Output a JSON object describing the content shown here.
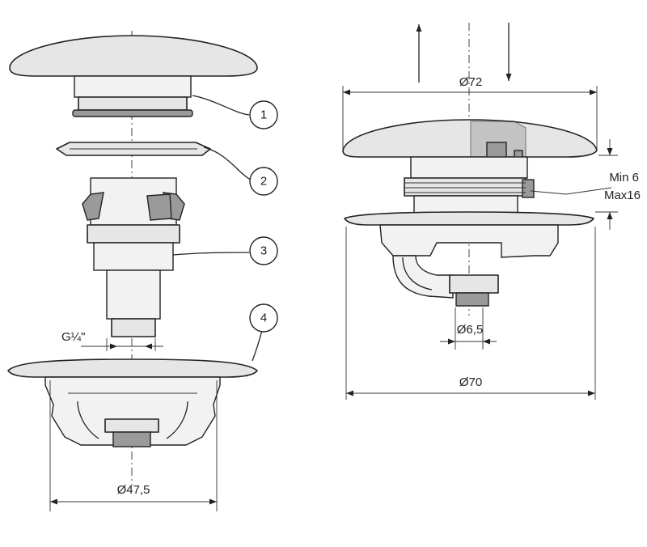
{
  "callouts": [
    "1",
    "2",
    "3",
    "4"
  ],
  "dimensions": {
    "thread": "G¼\"",
    "base_diameter_left": "Ø47,5",
    "cap_diameter": "Ø72",
    "flange_diameter": "Ø70",
    "tail_diameter": "Ø6,5",
    "thickness_min": "Min 6",
    "thickness_max": "Max16"
  }
}
